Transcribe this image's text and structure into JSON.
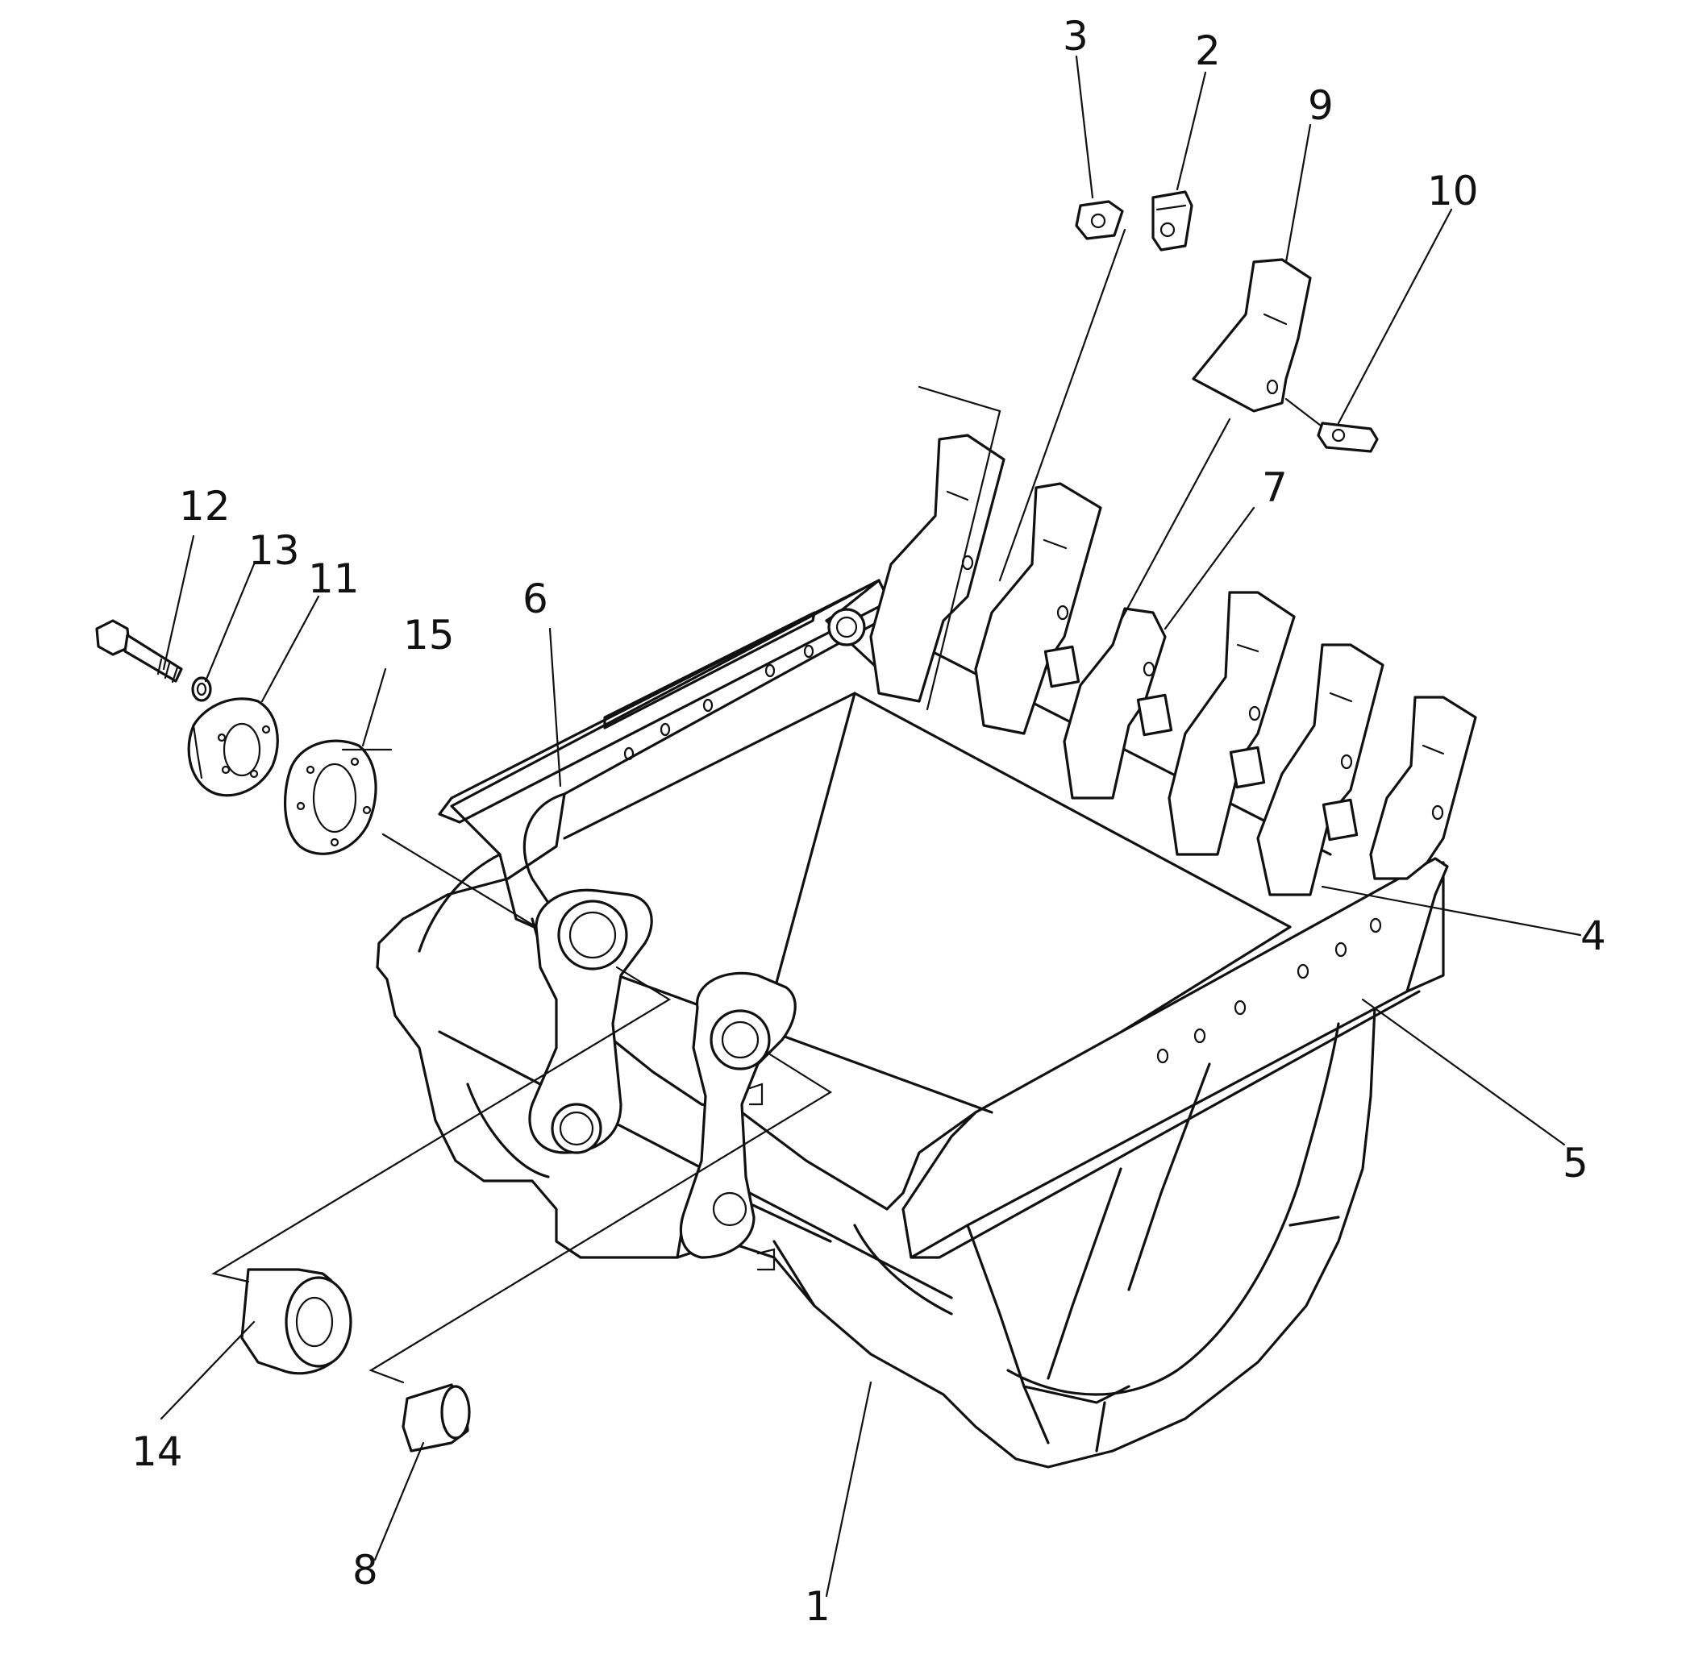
{
  "figure": {
    "kind": "exploded parts diagram",
    "callouts": [
      {
        "id": "1",
        "label": "1"
      },
      {
        "id": "2",
        "label": "2"
      },
      {
        "id": "3",
        "label": "3"
      },
      {
        "id": "4",
        "label": "4"
      },
      {
        "id": "5",
        "label": "5"
      },
      {
        "id": "6",
        "label": "6"
      },
      {
        "id": "7",
        "label": "7"
      },
      {
        "id": "8",
        "label": "8"
      },
      {
        "id": "9",
        "label": "9"
      },
      {
        "id": "10",
        "label": "10"
      },
      {
        "id": "11",
        "label": "11"
      },
      {
        "id": "12",
        "label": "12"
      },
      {
        "id": "13",
        "label": "13"
      },
      {
        "id": "14",
        "label": "14"
      },
      {
        "id": "15",
        "label": "15"
      }
    ]
  }
}
